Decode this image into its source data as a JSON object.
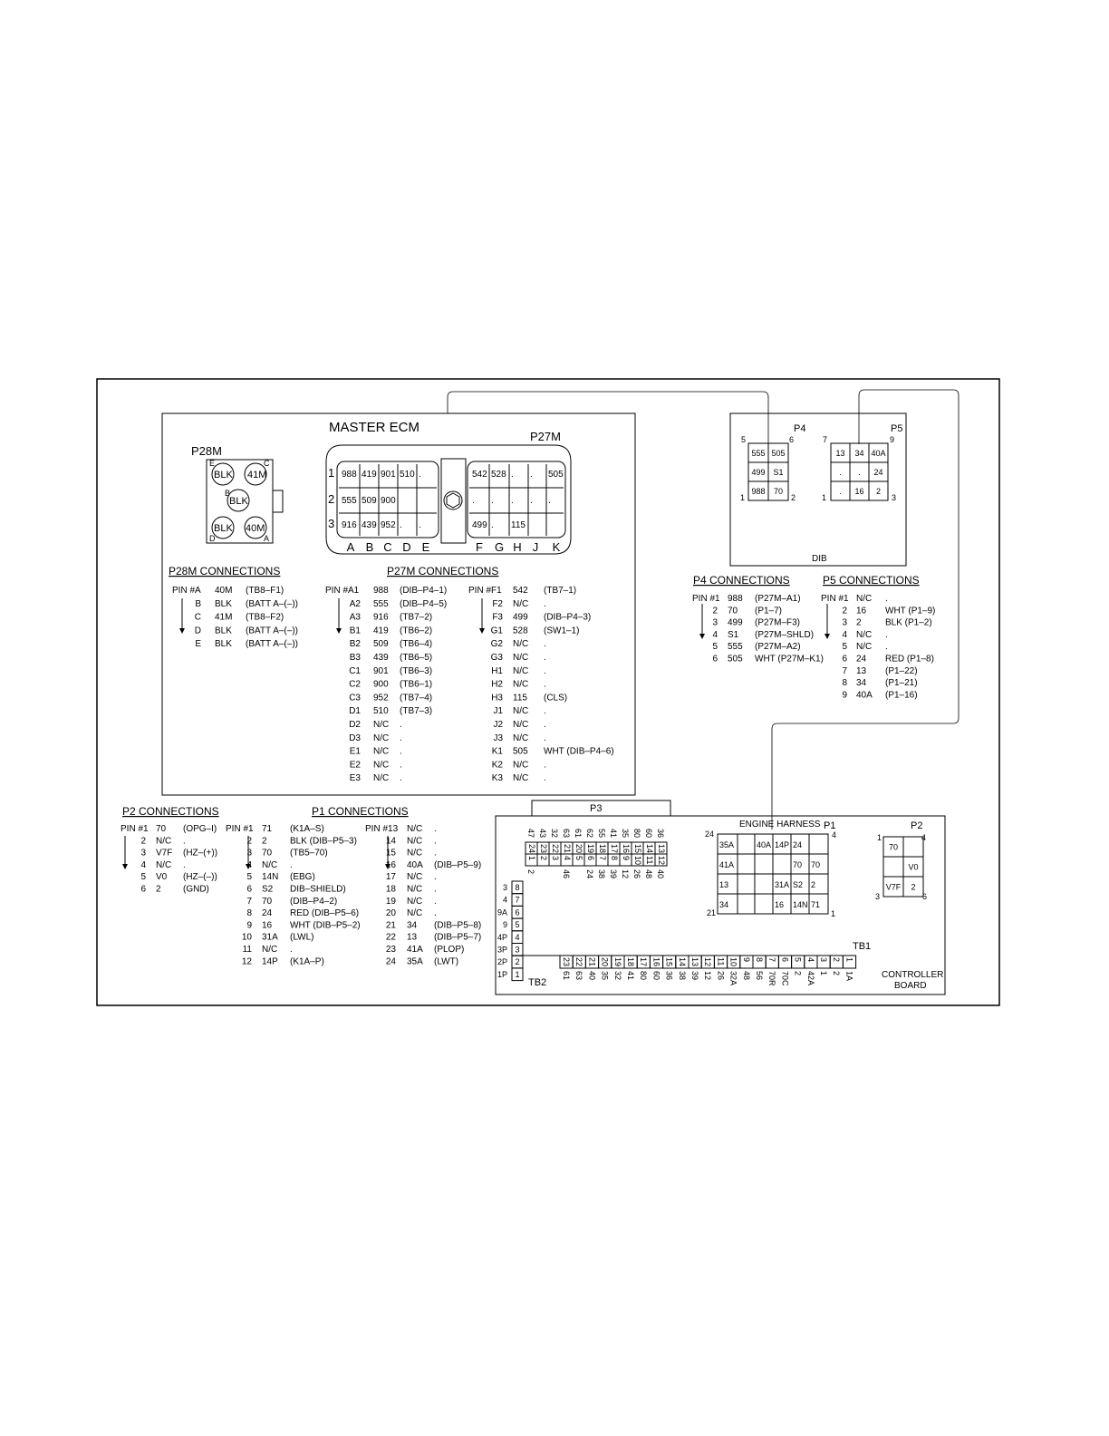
{
  "ecm": {
    "title": "MASTER ECM",
    "p28m": {
      "label": "P28M",
      "pins": [
        {
          "letter": "E",
          "value": "BLK"
        },
        {
          "letter": "C",
          "value": "41M"
        },
        {
          "letter": "B",
          "value": "BLK"
        },
        {
          "letter": "D",
          "value": "BLK"
        },
        {
          "letter": "A",
          "value": "40M"
        }
      ]
    },
    "p27m": {
      "label": "P27M",
      "rows": [
        "1",
        "2",
        "3"
      ],
      "cols": [
        "A",
        "B",
        "C",
        "D",
        "E",
        "F",
        "G",
        "H",
        "J",
        "K"
      ],
      "grid_left": [
        [
          "988",
          "419",
          "901",
          "510",
          "."
        ],
        [
          "555",
          "509",
          "900",
          "",
          ""
        ],
        [
          "916",
          "439",
          "952",
          ".",
          "."
        ]
      ],
      "grid_right": [
        [
          "542",
          "528",
          ".",
          ".",
          "505"
        ],
        [
          ".",
          ".",
          ".",
          ".",
          "."
        ],
        [
          "499",
          ".",
          "115",
          "",
          ""
        ]
      ]
    }
  },
  "p28m_connections": {
    "title": "P28M CONNECTIONS",
    "rows": [
      [
        "PIN #A",
        "40M",
        "(TB8–F1)"
      ],
      [
        "B",
        "BLK",
        "(BATT A–(–))"
      ],
      [
        "C",
        "41M",
        "(TB8–F2)"
      ],
      [
        "D",
        "BLK",
        "(BATT A–(–))"
      ],
      [
        "E",
        "BLK",
        "(BATT A–(–))"
      ]
    ]
  },
  "p27m_connections": {
    "title": "P27M CONNECTIONS",
    "col1": [
      [
        "PIN #A1",
        "988",
        "(DIB–P4–1)"
      ],
      [
        "A2",
        "555",
        "(DIB–P4–5)"
      ],
      [
        "A3",
        "916",
        "(TB7–2)"
      ],
      [
        "B1",
        "419",
        "(TB6–2)"
      ],
      [
        "B2",
        "509",
        "(TB6–4)"
      ],
      [
        "B3",
        "439",
        "(TB6–5)"
      ],
      [
        "C1",
        "901",
        "(TB6–3)"
      ],
      [
        "C2",
        "900",
        "(TB6–1)"
      ],
      [
        "C3",
        "952",
        "(TB7–4)"
      ],
      [
        "D1",
        "510",
        "(TB7–3)"
      ],
      [
        "D2",
        "N/C",
        "."
      ],
      [
        "D3",
        "N/C",
        "."
      ],
      [
        "E1",
        "N/C",
        "."
      ],
      [
        "E2",
        "N/C",
        "."
      ],
      [
        "E3",
        "N/C",
        "."
      ]
    ],
    "col2": [
      [
        "PIN #F1",
        "542",
        "(TB7–1)"
      ],
      [
        "F2",
        "N/C",
        "."
      ],
      [
        "F3",
        "499",
        "(DIB–P4–3)"
      ],
      [
        "G1",
        "528",
        "(SW1–1)"
      ],
      [
        "G2",
        "N/C",
        "."
      ],
      [
        "G3",
        "N/C",
        "."
      ],
      [
        "H1",
        "N/C",
        "."
      ],
      [
        "H2",
        "N/C",
        "."
      ],
      [
        "H3",
        "115",
        "(CLS)"
      ],
      [
        "J1",
        "N/C",
        "."
      ],
      [
        "J2",
        "N/C",
        "."
      ],
      [
        "J3",
        "N/C",
        "."
      ],
      [
        "K1",
        "505",
        "WHT (DIB–P4–6)"
      ],
      [
        "K2",
        "N/C",
        "."
      ],
      [
        "K3",
        "N/C",
        "."
      ]
    ]
  },
  "dib": {
    "label": "DIB",
    "p4": {
      "label": "P4",
      "corners": [
        "5",
        "6",
        "1",
        "2"
      ],
      "grid": [
        [
          "555",
          "505"
        ],
        [
          "499",
          "S1"
        ],
        [
          "988",
          "70"
        ]
      ]
    },
    "p5": {
      "label": "P5",
      "corners": [
        "7",
        "9",
        "1",
        "3"
      ],
      "grid": [
        [
          "13",
          "34",
          "40A"
        ],
        [
          ".",
          ".",
          "24"
        ],
        [
          ".",
          "16",
          "2"
        ]
      ]
    }
  },
  "p4_connections": {
    "title": "P4 CONNECTIONS",
    "rows": [
      [
        "PIN #1",
        "988",
        "(P27M–A1)"
      ],
      [
        "2",
        "70",
        "(P1–7)"
      ],
      [
        "3",
        "499",
        "(P27M–F3)"
      ],
      [
        "4",
        "S1",
        "(P27M–SHLD)"
      ],
      [
        "5",
        "555",
        "(P27M–A2)"
      ],
      [
        "6",
        "505",
        "WHT (P27M–K1)"
      ]
    ]
  },
  "p5_connections": {
    "title": "P5 CONNECTIONS",
    "rows": [
      [
        "PIN #1",
        "N/C",
        "."
      ],
      [
        "2",
        "16",
        "WHT (P1–9)"
      ],
      [
        "3",
        "2",
        "BLK (P1–2)"
      ],
      [
        "4",
        "N/C",
        "."
      ],
      [
        "5",
        "N/C",
        "."
      ],
      [
        "6",
        "24",
        "RED (P1–8)"
      ],
      [
        "7",
        "13",
        "(P1–22)"
      ],
      [
        "8",
        "34",
        "(P1–21)"
      ],
      [
        "9",
        "40A",
        "(P1–16)"
      ]
    ]
  },
  "p2_connections": {
    "title": "P2 CONNECTIONS",
    "rows": [
      [
        "PIN #1",
        "70",
        "(OPG–I)"
      ],
      [
        "2",
        "N/C",
        "."
      ],
      [
        "3",
        "V7F",
        "(HZ–(+))"
      ],
      [
        "4",
        "N/C",
        "."
      ],
      [
        "5",
        "V0",
        "(HZ–(–))"
      ],
      [
        "6",
        "2",
        "(GND)"
      ]
    ]
  },
  "p1_connections": {
    "title": "P1 CONNECTIONS",
    "col1": [
      [
        "PIN #1",
        "71",
        "(K1A–S)"
      ],
      [
        "2",
        "2",
        "BLK (DIB–P5–3)"
      ],
      [
        "3",
        "70",
        "(TB5–70)"
      ],
      [
        "4",
        "N/C",
        "."
      ],
      [
        "5",
        "14N",
        "(EBG)"
      ],
      [
        "6",
        "S2",
        "DIB–SHIELD)"
      ],
      [
        "7",
        "70",
        "(DIB–P4–2)"
      ],
      [
        "8",
        "24",
        "RED (DIB–P5–6)"
      ],
      [
        "9",
        "16",
        "WHT (DIB–P5–2)"
      ],
      [
        "10",
        "31A",
        "(LWL)"
      ],
      [
        "11",
        "N/C",
        "."
      ],
      [
        "12",
        "14P",
        "(K1A–P)"
      ]
    ],
    "col2": [
      [
        "PIN #13",
        "N/C",
        "."
      ],
      [
        "14",
        "N/C",
        "."
      ],
      [
        "15",
        "N/C",
        "."
      ],
      [
        "16",
        "40A",
        "(DIB–P5–9)"
      ],
      [
        "17",
        "N/C",
        "."
      ],
      [
        "18",
        "N/C",
        "."
      ],
      [
        "19",
        "N/C",
        "."
      ],
      [
        "20",
        "N/C",
        "."
      ],
      [
        "21",
        "34",
        "(DIB–P5–8)"
      ],
      [
        "22",
        "13",
        "(DIB–P5–7)"
      ],
      [
        "23",
        "41A",
        "(PLOP)"
      ],
      [
        "24",
        "35A",
        "(LWT)"
      ]
    ]
  },
  "controller": {
    "label": "CONTROLLER BOARD",
    "label_line1": "CONTROLLER",
    "label_line2": "BOARD",
    "p3": {
      "label": "P3",
      "top_labels": [
        "47",
        "43",
        "32",
        "63",
        "61",
        "62",
        "55",
        "41",
        "35",
        "80",
        "60",
        "36"
      ],
      "top_row": [
        "24",
        "23",
        "22",
        "21",
        "20",
        "19",
        "18",
        "17",
        "16",
        "15",
        "14",
        "13"
      ],
      "bottom_row": [
        "1",
        "2",
        "3",
        "4",
        "5",
        "6",
        "7",
        "8",
        "9",
        "10",
        "11",
        "12"
      ],
      "bottom_labels": [
        "2",
        "",
        "",
        "46",
        "",
        "24",
        "38",
        "39",
        "12",
        "26",
        "48",
        "40"
      ]
    },
    "engine_harness": {
      "label": "ENGINE HARNESS",
      "connector": "P1",
      "corners": [
        "24",
        "4",
        "21",
        "1"
      ],
      "grid": [
        [
          "35A",
          "",
          "40A",
          "14P",
          "24",
          ""
        ],
        [
          "41A",
          "",
          "",
          "",
          "70",
          "70"
        ],
        [
          "13",
          "",
          "",
          "31A",
          "S2",
          "2"
        ],
        [
          "34",
          "",
          "",
          "16",
          "14N",
          "71"
        ]
      ]
    },
    "p2": {
      "label": "P2",
      "corners": [
        "1",
        "4",
        "3",
        "6"
      ],
      "grid": [
        [
          "70",
          ""
        ],
        [
          "",
          "V0"
        ],
        [
          "V7F",
          "2"
        ]
      ]
    },
    "tb2": {
      "label": "TB2",
      "left_labels": [
        "3",
        "4",
        "9A",
        "9",
        "4P",
        "3P",
        "2P",
        "1P"
      ],
      "pins": [
        "8",
        "7",
        "6",
        "5",
        "4",
        "3",
        "2",
        "1"
      ]
    },
    "tb1": {
      "label": "TB1",
      "pins": [
        "23",
        "22",
        "21",
        "20",
        "19",
        "18",
        "17",
        "16",
        "15",
        "14",
        "13",
        "12",
        "11",
        "10",
        "9",
        "8",
        "7",
        "6",
        "5",
        "4",
        "3",
        "2",
        "1"
      ],
      "labels": [
        "61",
        "63",
        "40",
        "35",
        "32",
        "41",
        "80",
        "60",
        "36",
        "38",
        "39",
        "12",
        "26",
        "32A",
        "48",
        "56",
        "70R",
        "70C",
        "2",
        "42A",
        "1",
        "2",
        "1A"
      ]
    }
  }
}
